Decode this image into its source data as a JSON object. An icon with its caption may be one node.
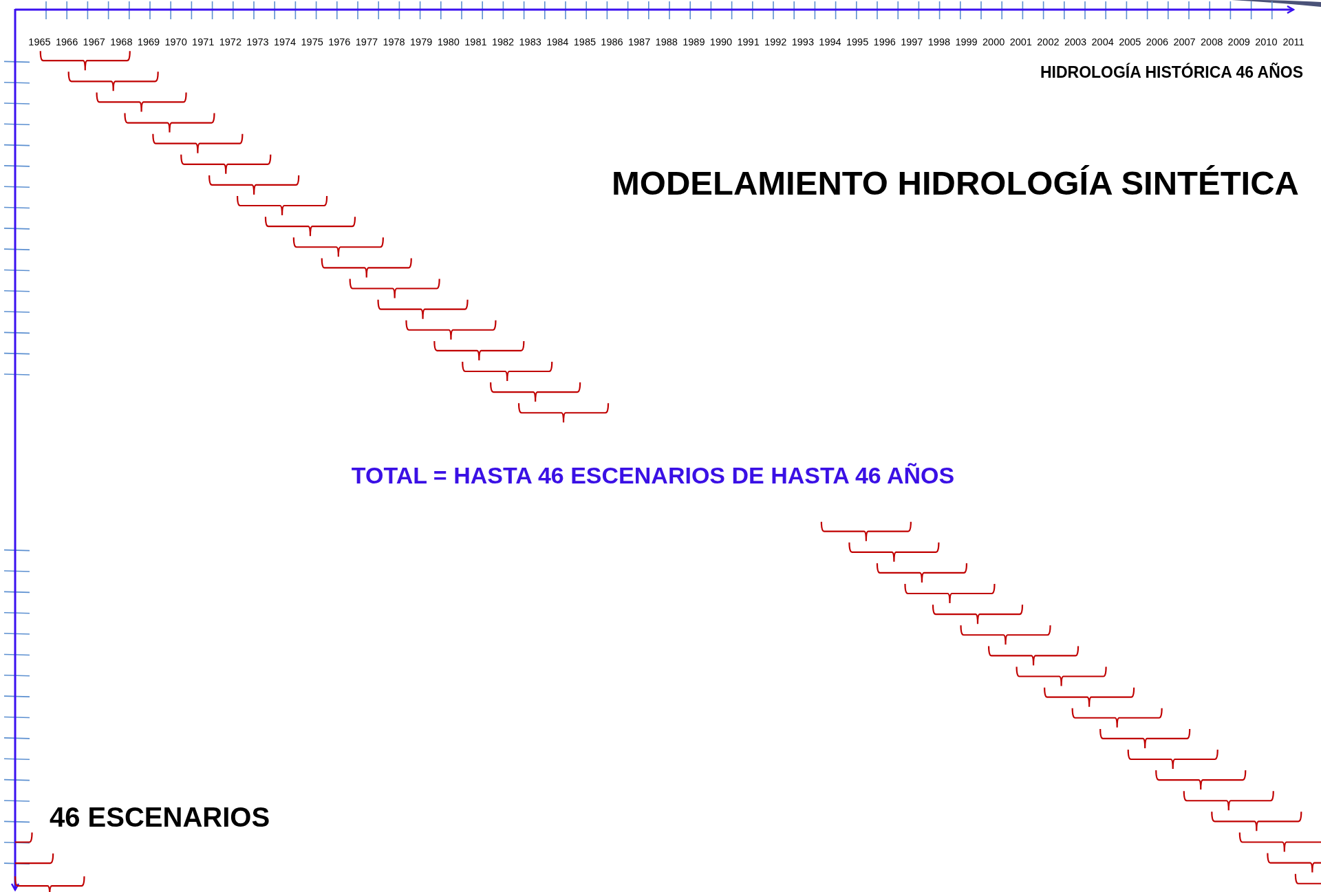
{
  "diagram": {
    "title": "MODELAMIENTO HIDROLOGÍA SINTÉTICA",
    "labels": [
      "1965",
      "1966",
      "1967",
      "1968",
      "1969",
      "1970",
      "1971",
      "1972",
      "1973",
      "1974",
      "1975",
      "1976",
      "1977",
      "1978",
      "1979",
      "1980",
      "1981",
      "1982",
      "1983",
      "1984",
      "1985",
      "1986",
      "1987",
      "1988",
      "1989",
      "1990",
      "1991",
      "1992",
      "1993",
      "1994",
      "1995",
      "1996",
      "1997",
      "1998",
      "1999",
      "2000",
      "2001",
      "2002",
      "2003",
      "2004",
      "2005",
      "2006",
      "2007",
      "2008",
      "2009",
      "2010",
      "2011",
      "HIDROLOGÍA HISTÓRICA 46 AÑOS",
      "TOTAL = HASTA 46 ESCENARIOS DE HASTA 46 AÑOS",
      "46 ESCENARIOS"
    ]
  }
}
